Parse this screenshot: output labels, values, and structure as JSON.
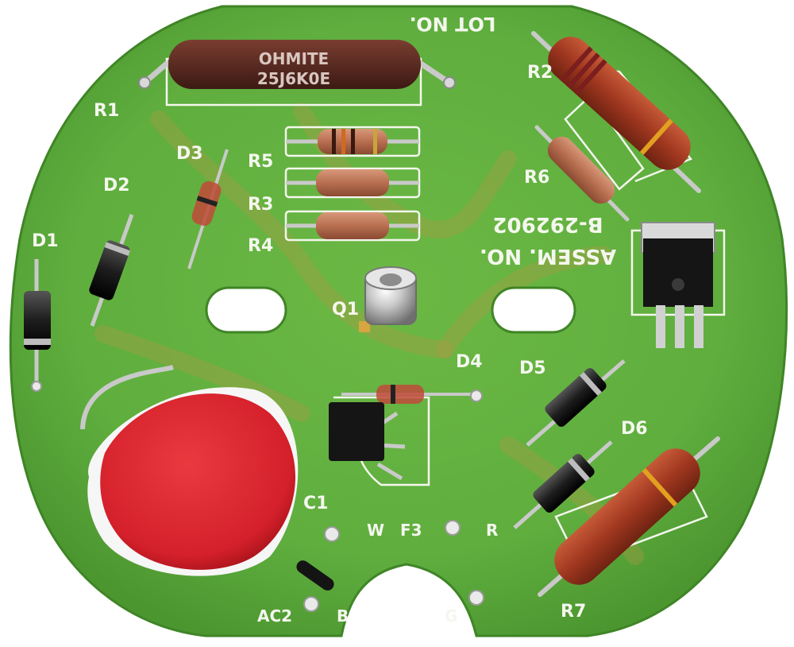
{
  "board": {
    "lot_label": "LOT NO.",
    "assem_label": "ASSEM. NO.",
    "assem_number": "B-292902"
  },
  "resistor_r1": {
    "brand": "OHMITE",
    "code": "25J6K0E"
  },
  "labels": {
    "r1": "R1",
    "r2": "R2",
    "r3": "R3",
    "r4": "R4",
    "r5": "R5",
    "r6": "R6",
    "r7": "R7",
    "d1": "D1",
    "d2": "D2",
    "d3": "D3",
    "d4": "D4",
    "d5": "D5",
    "d6": "D6",
    "q1": "Q1",
    "c1": "C1",
    "w": "W",
    "f3": "F3",
    "r": "R",
    "ac2": "AC2",
    "b": "B",
    "g": "G"
  },
  "colors": {
    "board": "#5fae3e",
    "board_edge": "#4f9a32",
    "silkscreen": "#f4f7ee",
    "varistor": "#d4202a",
    "ohmite_body": "#5a2b22",
    "wirewound_body": "#a0371f"
  }
}
